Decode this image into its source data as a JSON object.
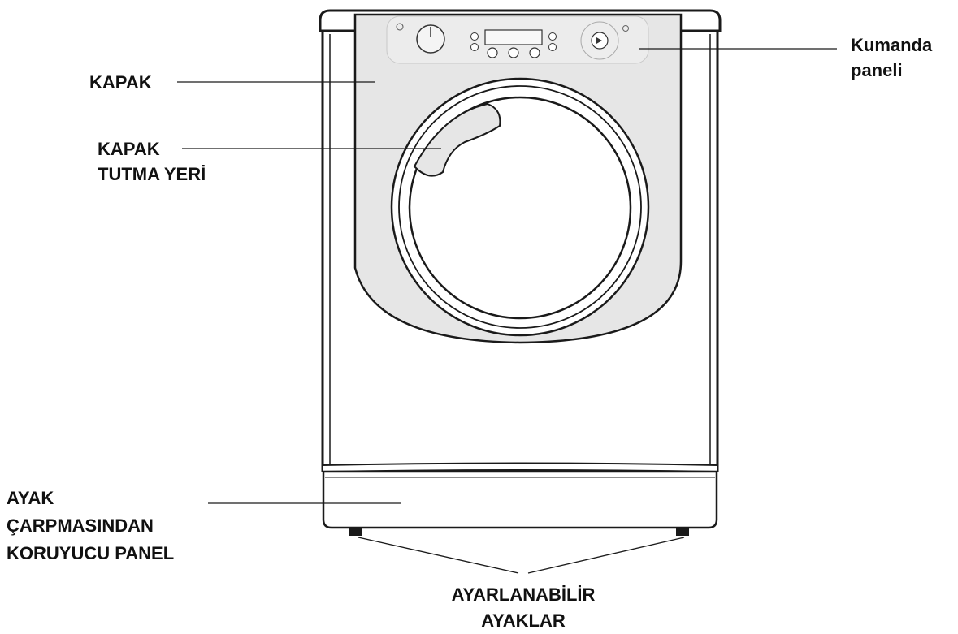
{
  "labels": {
    "door_line1": "KAPAK",
    "handle_line1": "KAPAK",
    "handle_line2": "TUTMA YERİ",
    "control_panel_line1": "Kumanda",
    "control_panel_line2": "paneli",
    "kick_panel_line1": "AYAK",
    "kick_panel_line2": "ÇARPMASINDAN",
    "kick_panel_line3": "KORUYUCU PANEL",
    "feet_line1": "AYARLANABİLİR",
    "feet_line2": "AYAKLAR"
  },
  "colors": {
    "outline": "#1a1a1a",
    "panel_fill": "#e6e6e6",
    "body_fill": "#ffffff"
  }
}
